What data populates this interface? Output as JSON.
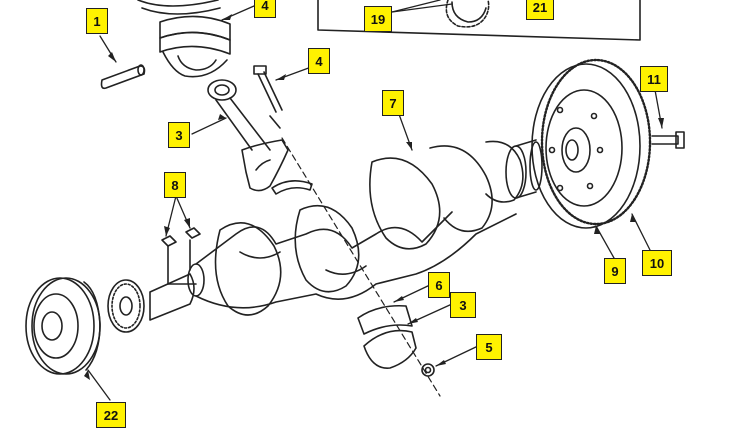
{
  "callouts": [
    {
      "id": "c1",
      "label": "1",
      "part": "piston-pin"
    },
    {
      "id": "c4top",
      "label": "4",
      "part": "piston"
    },
    {
      "id": "c4",
      "label": "4",
      "part": "connecting-rod-bolt"
    },
    {
      "id": "c3a",
      "label": "3",
      "part": "connecting-rod"
    },
    {
      "id": "c7",
      "label": "7",
      "part": "crankshaft"
    },
    {
      "id": "c8",
      "label": "8",
      "part": "woodruff-keys"
    },
    {
      "id": "c11",
      "label": "11",
      "part": "flywheel-bolt"
    },
    {
      "id": "c19",
      "label": "19",
      "part": "sprocket"
    },
    {
      "id": "c21",
      "label": "21",
      "part": "gear"
    },
    {
      "id": "c6",
      "label": "6",
      "part": "bearing-shell"
    },
    {
      "id": "c3b",
      "label": "3",
      "part": "connecting-rod-cap"
    },
    {
      "id": "c5",
      "label": "5",
      "part": "rod-nut"
    },
    {
      "id": "c9",
      "label": "9",
      "part": "flywheel"
    },
    {
      "id": "c10",
      "label": "10",
      "part": "ring-gear"
    },
    {
      "id": "c22",
      "label": "22",
      "part": "crankshaft-pulley"
    }
  ],
  "colors": {
    "callout_fill": "#fff200",
    "line_art": "#222222"
  }
}
